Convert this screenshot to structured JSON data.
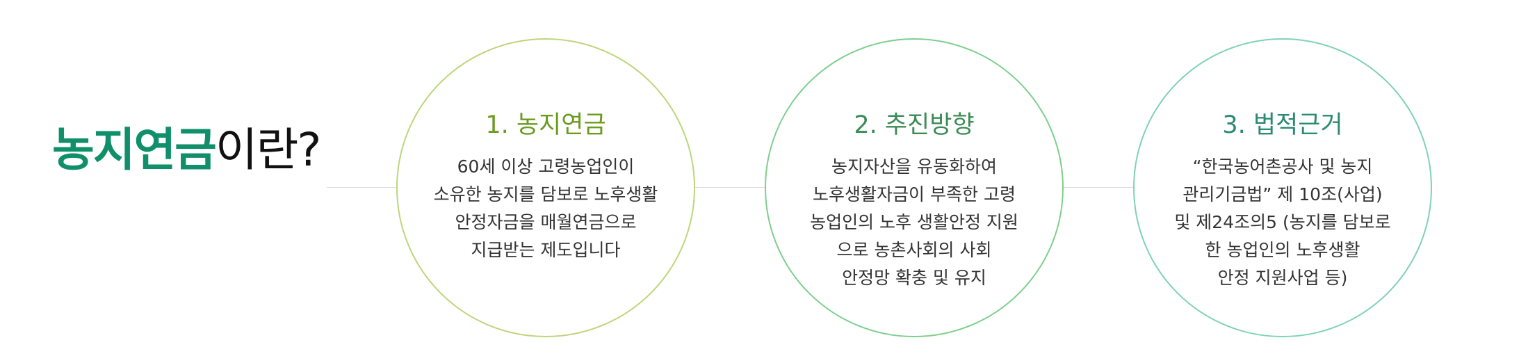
{
  "heading": {
    "highlight": "농지연금",
    "rest": "이란?"
  },
  "steps": [
    {
      "title": "1. 농지연금",
      "lines": [
        "60세 이상 고령농업인이",
        "소유한 농지를 담보로 노후생활",
        "안정자금을 매월연금으로",
        "지급받는 제도입니다"
      ]
    },
    {
      "title": "2. 추진방향",
      "lines": [
        "농지자산을 유동화하여",
        "노후생활자금이 부족한 고령",
        "농업인의 노후 생활안정 지원",
        "으로 농촌사회의 사회",
        "안정망 확충 및 유지"
      ]
    },
    {
      "title": "3. 법적근거",
      "lines": [
        "“한국농어촌공사 및 농지",
        "관리기금법” 제 10조(사업)",
        "및 제24조의5 (농지를 담보로",
        "한 농업인의 노후생활",
        "안정 지원사업 등)"
      ]
    }
  ],
  "colors": {
    "brand": "#10906a",
    "step1": "#6a9a1e",
    "step2": "#3c8b55",
    "step3": "#2b8a72"
  }
}
